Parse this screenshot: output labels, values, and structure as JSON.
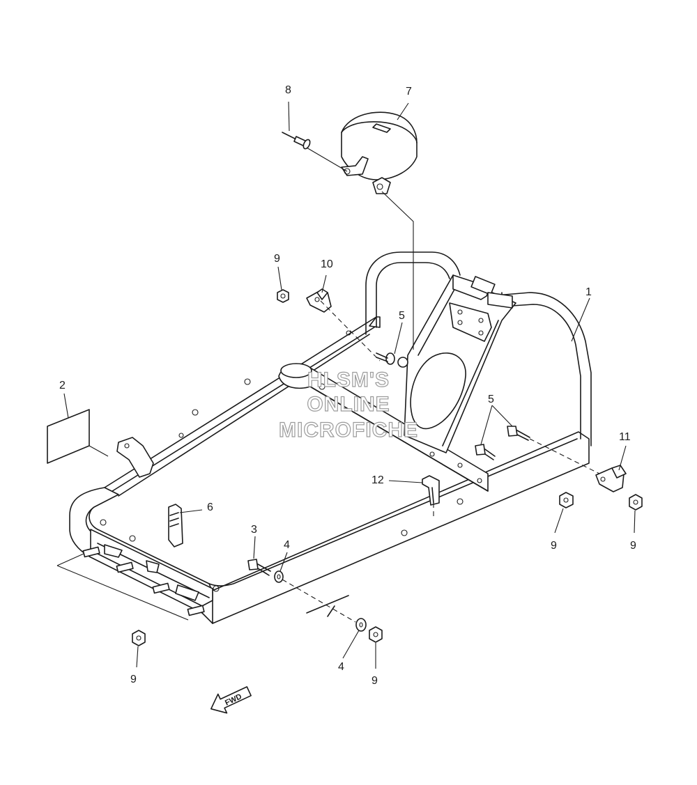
{
  "callouts": {
    "c1": "1",
    "c2": "2",
    "c3": "3",
    "c4a": "4",
    "c4b": "4",
    "c5a": "5",
    "c5b": "5",
    "c6": "6",
    "c7": "7",
    "c8": "8",
    "c9a": "9",
    "c9b": "9",
    "c9c": "9",
    "c9d": "9",
    "c9e": "9",
    "c10": "10",
    "c11": "11",
    "c12": "12"
  },
  "watermark": {
    "line1": "HLSM'S",
    "line2": "ONLINE",
    "line3": "MICROFICHE"
  },
  "direction_arrow": {
    "label": "FWD"
  }
}
